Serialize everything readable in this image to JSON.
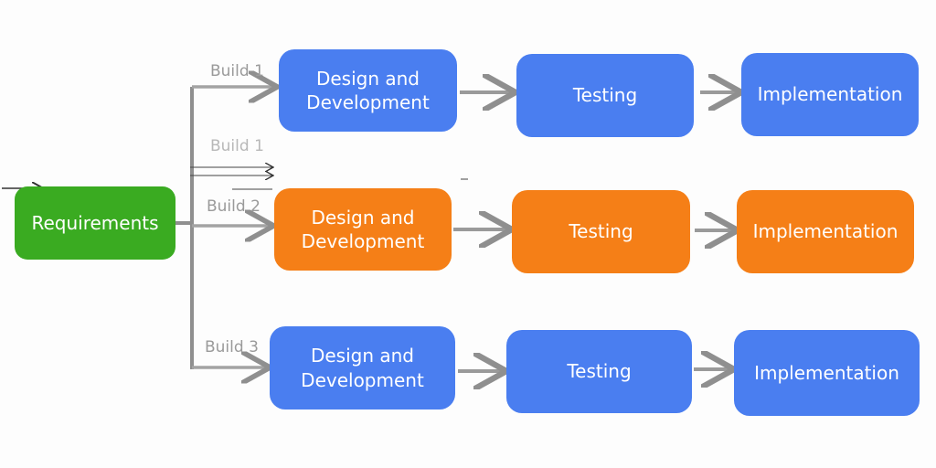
{
  "requirements": {
    "label": "Requirements"
  },
  "builds": [
    {
      "label": "Build 1",
      "stages": [
        "Design and\nDevelopment",
        "Testing",
        "Implementation"
      ]
    },
    {
      "label": "Build 2",
      "stages": [
        "Design and\nDevelopment",
        "Testing",
        "Implementation"
      ]
    },
    {
      "label": "Build 3",
      "stages": [
        "Design and\nDevelopment",
        "Testing",
        "Implementation"
      ]
    }
  ],
  "ghost_label": "Build 1",
  "colors": {
    "requirements": "#3aab21",
    "build_1": "#4a7ef0",
    "build_2": "#f57f17",
    "build_3": "#4a7ef0",
    "connector": "#8f8f8f"
  }
}
